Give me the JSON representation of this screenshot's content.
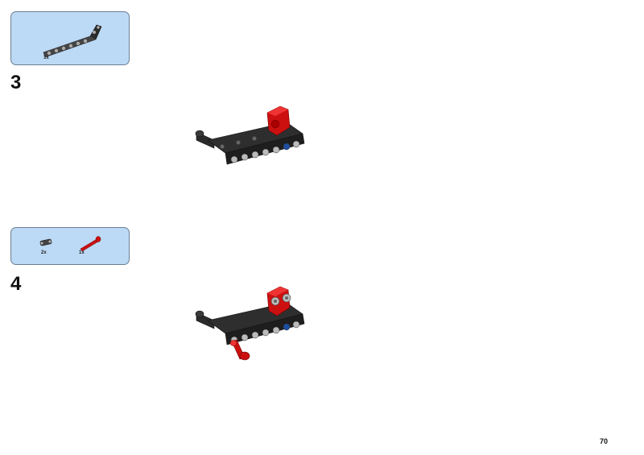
{
  "steps": [
    {
      "number": "3",
      "parts": [
        {
          "quantity": "1x",
          "icon": "bent-beam-icon"
        }
      ]
    },
    {
      "number": "4",
      "parts": [
        {
          "quantity": "2x",
          "icon": "pin-connector-icon"
        },
        {
          "quantity": "1x",
          "icon": "red-axle-icon"
        }
      ]
    }
  ],
  "page_number": "70",
  "colors": {
    "parts_box_bg": "#bcd9f5",
    "parts_box_border": "#6b7f93",
    "brick_black": "#2b2b2b",
    "brick_red": "#cc1010",
    "brick_blue": "#1d4fa0"
  }
}
